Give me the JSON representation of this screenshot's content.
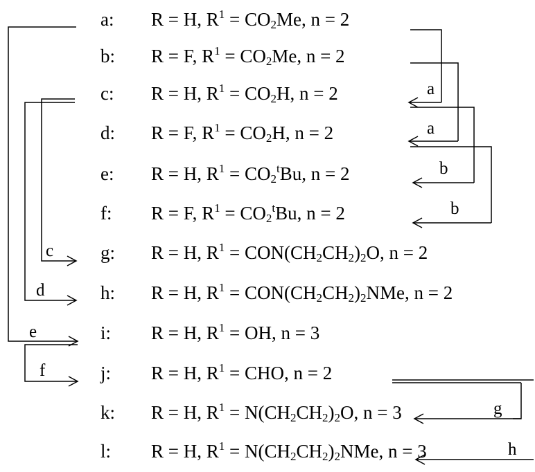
{
  "rows": [
    {
      "label": "a:",
      "formula": [
        "R = H, R",
        "^1",
        " = CO",
        "_2",
        "Me, n = 2"
      ]
    },
    {
      "label": "b:",
      "formula": [
        "R = F, R",
        "^1",
        " = CO",
        "_2",
        "Me, n = 2"
      ]
    },
    {
      "label": "c:",
      "formula": [
        "R = H, R",
        "^1",
        " = CO",
        "_2",
        "H, n = 2"
      ]
    },
    {
      "label": "d:",
      "formula": [
        "R = F, R",
        "^1",
        " = CO",
        "_2",
        "H, n = 2"
      ]
    },
    {
      "label": "e:",
      "formula": [
        "R = H, R",
        "^1",
        " = CO",
        "_2",
        "^t",
        "Bu, n = 2"
      ]
    },
    {
      "label": "f:",
      "formula": [
        "R = F, R",
        "^1",
        " = CO",
        "_2",
        "^t",
        "Bu, n = 2"
      ]
    },
    {
      "label": "g:",
      "formula": [
        "R = H, R",
        "^1",
        " = CON(CH",
        "_2",
        "CH",
        "_2",
        ")",
        "_2",
        "O, n = 2"
      ]
    },
    {
      "label": "h:",
      "formula": [
        "R = H, R",
        "^1",
        " = CON(CH",
        "_2",
        "CH",
        "_2",
        ")",
        "_2",
        "NMe, n = 2"
      ]
    },
    {
      "label": "i:",
      "formula": [
        "R = H, R",
        "^1",
        " = OH, n = 3"
      ]
    },
    {
      "label": "j:",
      "formula": [
        "R = H, R",
        "^1",
        " = CHO, n = 2"
      ]
    },
    {
      "label": "k:",
      "formula": [
        "R = H, R",
        "^1",
        " = N(CH",
        "_2",
        "CH",
        "_2",
        ")",
        "_2",
        "O, n = 3"
      ]
    },
    {
      "label": "l:",
      "formula": [
        "R = H, R",
        "^1",
        " = N(CH",
        "_2",
        "CH",
        "_2",
        ")",
        "_2",
        "NMe, n = 3"
      ]
    }
  ],
  "reaction_labels": {
    "a1": "a",
    "a2": "a",
    "b1": "b",
    "b2": "b",
    "c": "c",
    "d": "d",
    "e": "e",
    "f": "f",
    "g": "g",
    "h": "h"
  }
}
